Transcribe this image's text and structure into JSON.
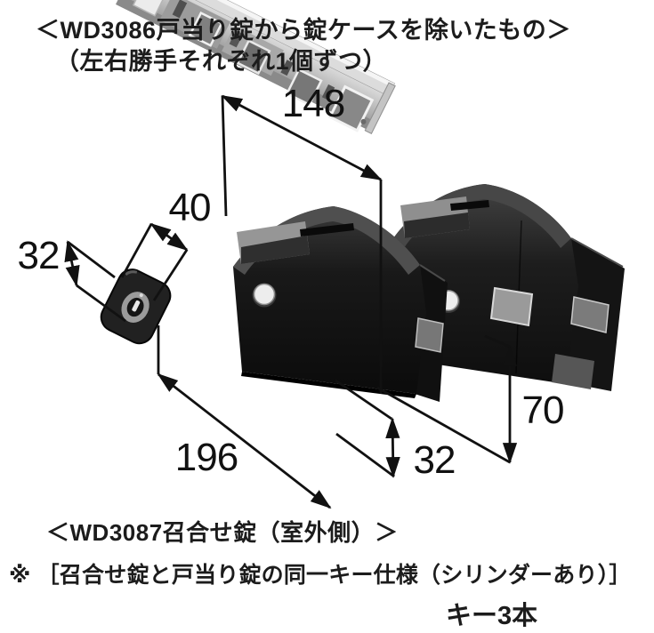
{
  "captions": {
    "title_line1": "＜WD3086戸当り錠から錠ケースを除いたもの＞",
    "title_line2": "（左右勝手それぞれ1個ずつ）",
    "part_label": "＜WD3087召合せ錠（室外側）＞",
    "note": "※ ［召合せ錠と戸当り錠の同一キー仕様（シリンダーあり）］",
    "key_note": "キー3本"
  },
  "dimensions": {
    "case_width": "148",
    "cylinder_width": "40",
    "cylinder_height": "32",
    "body_length": "196",
    "faceplate_width": "32",
    "case_height": "70"
  },
  "colors": {
    "background": "#ffffff",
    "line": "#111111",
    "case_dark": "#1b1b1b",
    "case_top": "#4a4a4a",
    "recess_gray": "#949494",
    "metal_light": "#c9c9c9",
    "button_white": "#ededed"
  }
}
